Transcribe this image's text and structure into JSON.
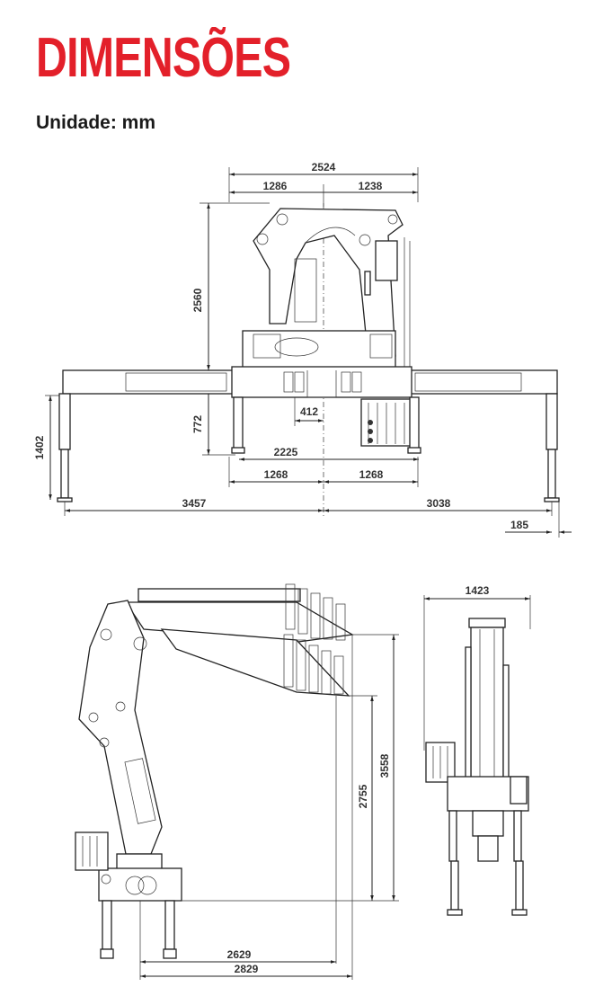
{
  "header": {
    "title": "DIMENSÕES",
    "unit": "Unidade: mm"
  },
  "colors": {
    "title": "#e3202a",
    "line": "#222222"
  },
  "top_view": {
    "overall_width": "2524",
    "left_half": "1286",
    "right_half": "1238",
    "height": "2560",
    "center_offset": "412",
    "base_height": "772",
    "leg_height": "1402",
    "base_width": "2225",
    "left_1268": "1268",
    "right_1268": "1268",
    "left_span": "3457",
    "right_span": "3038",
    "foot_offset": "185"
  },
  "side_view": {
    "height_outer": "3558",
    "height_inner": "2755",
    "reach_inner": "2629",
    "reach_outer": "2829"
  },
  "end_view": {
    "width": "1423"
  }
}
